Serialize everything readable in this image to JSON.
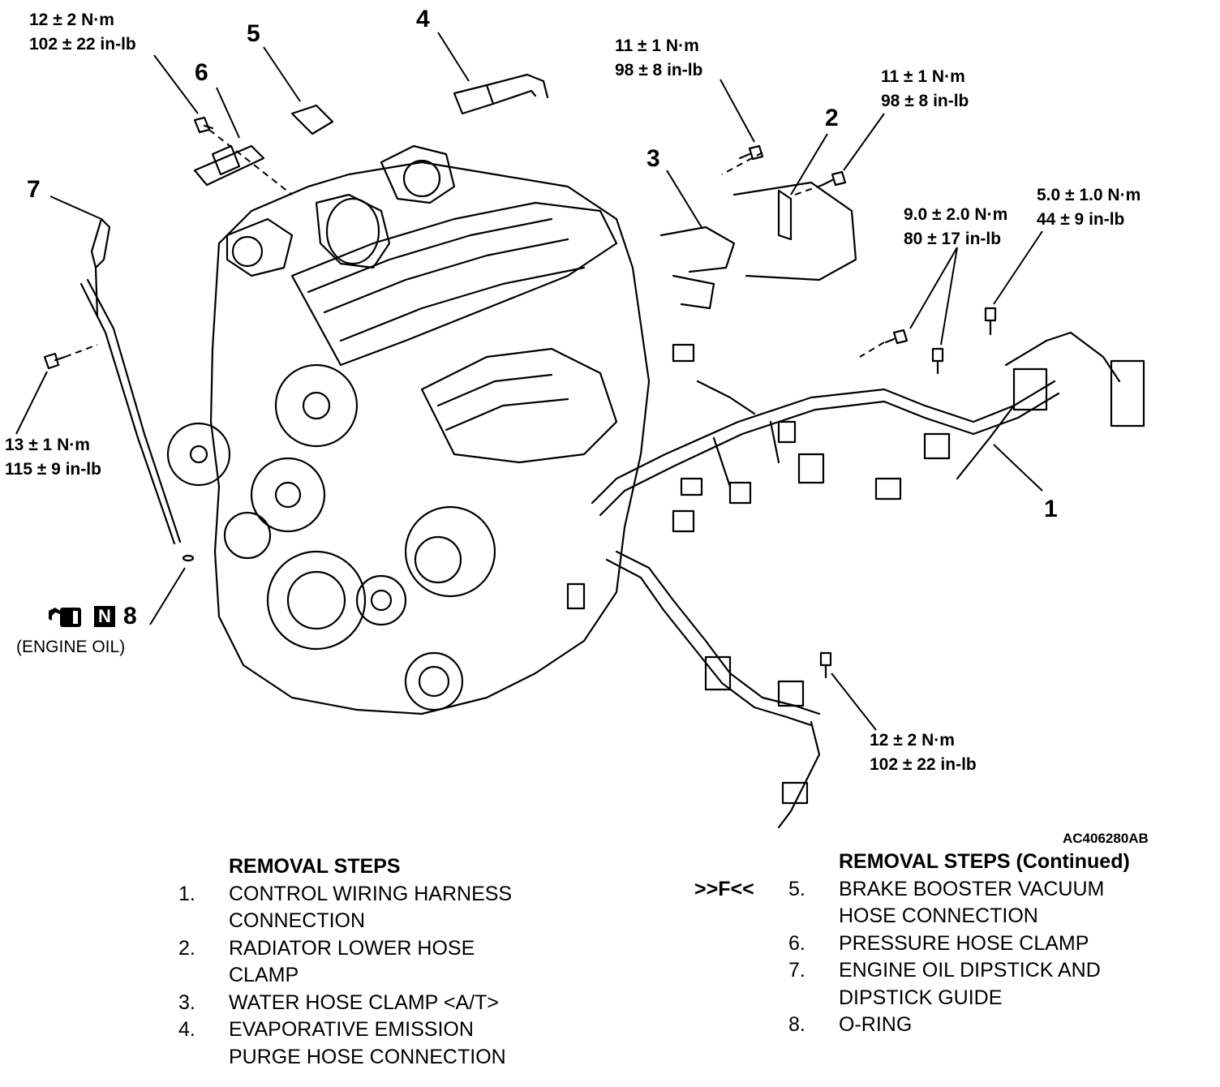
{
  "torque": {
    "t6": [
      "12 ± 2 N·m",
      "102 ± 22 in-lb"
    ],
    "t3": [
      "11 ± 1 N·m",
      "98 ± 8 in-lb"
    ],
    "t2": [
      "11 ± 1 N·m",
      "98 ± 8 in-lb"
    ],
    "t1a": [
      "9.0 ± 2.0 N·m",
      "80 ± 17 in-lb"
    ],
    "t1b": [
      "5.0 ± 1.0 N·m",
      "44 ± 9 in-lb"
    ],
    "t7": [
      "13 ± 1 N·m",
      "115 ± 9 in-lb"
    ],
    "tbottom": [
      "12 ± 2 N·m",
      "102 ± 22 in-lb"
    ]
  },
  "callouts": {
    "c1": "1",
    "c2": "2",
    "c3": "3",
    "c4": "4",
    "c5": "5",
    "c6": "6",
    "c7": "7",
    "c8": "8"
  },
  "oil": {
    "badge": "N",
    "label": "(ENGINE OIL)"
  },
  "figure_code": "AC406280AB",
  "steps_left": {
    "heading": "REMOVAL STEPS",
    "items": [
      {
        "n": "1.",
        "lines": [
          "CONTROL WIRING HARNESS",
          "CONNECTION"
        ]
      },
      {
        "n": "2.",
        "lines": [
          "RADIATOR LOWER HOSE",
          "CLAMP"
        ]
      },
      {
        "n": "3.",
        "lines": [
          "WATER HOSE CLAMP <A/T>"
        ]
      },
      {
        "n": "4.",
        "lines": [
          "EVAPORATIVE EMISSION",
          "PURGE HOSE CONNECTION"
        ]
      }
    ]
  },
  "steps_right": {
    "heading": "REMOVAL STEPS (Continued)",
    "service_mark": ">>F<<",
    "items": [
      {
        "n": "5.",
        "lines": [
          "BRAKE BOOSTER VACUUM",
          "HOSE CONNECTION"
        ]
      },
      {
        "n": "6.",
        "lines": [
          "PRESSURE HOSE CLAMP"
        ]
      },
      {
        "n": "7.",
        "lines": [
          "ENGINE OIL DIPSTICK AND",
          "DIPSTICK GUIDE"
        ]
      },
      {
        "n": "8.",
        "lines": [
          "O-RING"
        ]
      }
    ]
  }
}
